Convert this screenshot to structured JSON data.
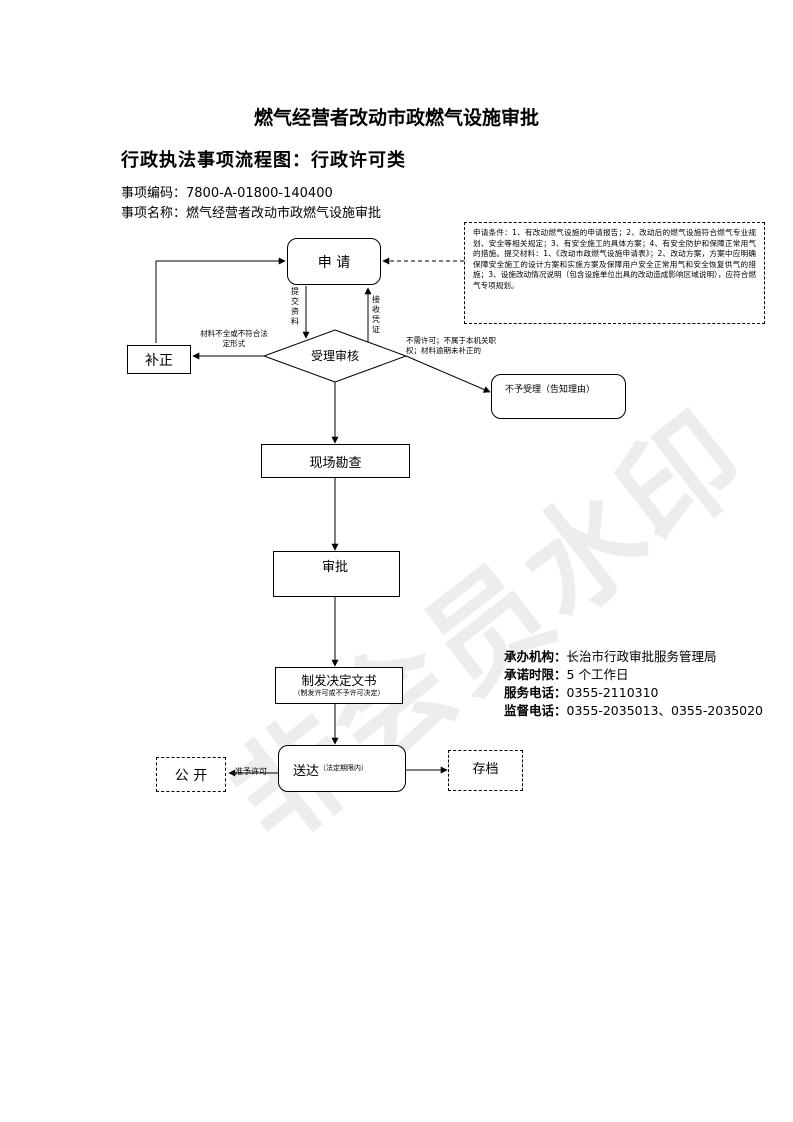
{
  "title": "燃气经营者改动市政燃气设施审批",
  "subtitle": "行政执法事项流程图：行政许可类",
  "item_code": "事项编码：7800-A-01800-140400",
  "item_name": "事项名称：燃气经营者改动市政燃气设施审批",
  "watermark": "非会员水印",
  "note": {
    "text": "申请条件：1、有改动燃气设施的申请报告；2、改动后的燃气设施符合燃气专业规划、安全等相关规定；3、有安全施工的具体方案；4、有安全防护和保障正常用气的措施。提交材料：1、《改动市政燃气设施申请表》；2、改动方案，方案中应明确保障安全施工的设计方案和实施方案及保障用户安全正常用气和安全恢复供气的措施；3、设施改动情况说明（包含设施单位出具的改动造成影响区域说明），应符合燃气专项规划。"
  },
  "nodes": {
    "apply": "申 请",
    "review": "受理审核",
    "correct": "补正",
    "reject": "不予受理（告知理由）",
    "inspect": "现场勘查",
    "approve": "审批",
    "decision_main": "制发决定文书",
    "decision_sub": "（制发许可或不予许可决定）",
    "deliver_main": "送达",
    "deliver_sub": "（法定期限内）",
    "publish": "公 开",
    "archive": "存档"
  },
  "edge_labels": {
    "submit": "提交资料",
    "receipt": "接收凭证",
    "incomplete": "材料不全或不符合法定形式",
    "not_accept": "不需许可；不属于本机关职权；材料逾期未补正的",
    "grant": "准予许可"
  },
  "contact": {
    "agency_label": "承办机构：",
    "agency": "长治市行政审批服务管理局",
    "time_label": "承诺时限：",
    "time": "5 个工作日",
    "phone_label": "服务电话：",
    "phone": "0355-2110310",
    "supervise_label": "监督电话：",
    "supervise": "0355-2035013、0355-2035020"
  }
}
